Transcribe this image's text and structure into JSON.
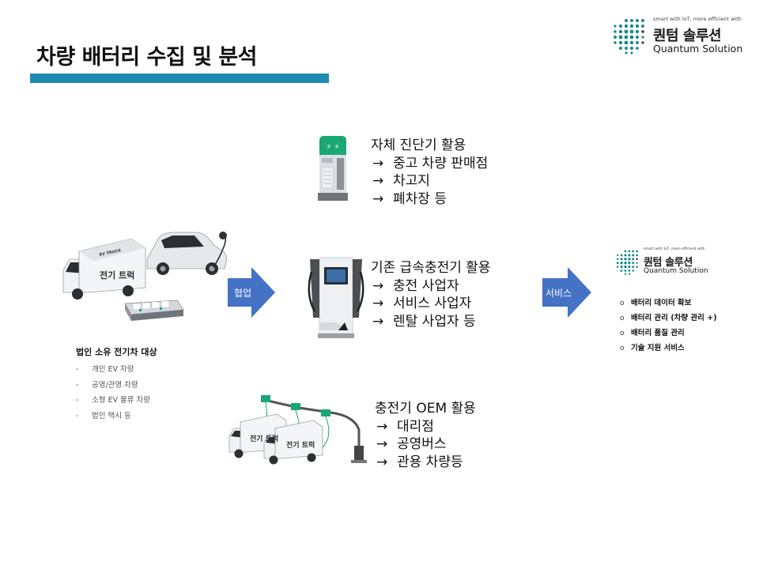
{
  "slide": {
    "title": "차량 배터리 수집 및 분석"
  },
  "logo": {
    "tagline": "smart with IoT, more efficient with",
    "name_ko": "퀀텀 솔루션",
    "name_en": "Quantum Solution"
  },
  "blocks": {
    "self_diagnosis": {
      "heading": "자체 진단기 활용",
      "items": [
        "중고 차량 판매점",
        "차고지",
        "폐차장 등"
      ]
    },
    "fast_charger": {
      "heading": "기존 급속충전기 활용",
      "items": [
        "충전 사업자",
        "서비스 사업자",
        "렌탈 사업자 등"
      ]
    },
    "oem_charger": {
      "heading": "충전기 OEM 활용",
      "items": [
        "대리점",
        "공영버스",
        "관용 차량등"
      ]
    }
  },
  "arrow_glyph": "→",
  "arrows": {
    "cooperation": "협업",
    "service": "서비스"
  },
  "left": {
    "heading": "법인 소유 전기차 대상",
    "dash": "-",
    "items": [
      "개인 EV 차량",
      "공영/관영 차량",
      "소형 EV 물류 차량",
      "법인 택시 등"
    ]
  },
  "services": {
    "bullet": "o",
    "items": [
      "배터리 데이터 확보",
      "배터리 관리 (차량 관리 +)",
      "배터리 품질 관리",
      "기술 지원 서비스"
    ]
  },
  "illustrations": {
    "truck_label": "전기 트럭",
    "truck_brand": "EV TRUCK"
  },
  "colors": {
    "accent_bar": "#1f8bb0",
    "arrow_blue": "#4472c4",
    "charger_green": "#1aa774",
    "logo_teal": "#1a8a8a"
  }
}
